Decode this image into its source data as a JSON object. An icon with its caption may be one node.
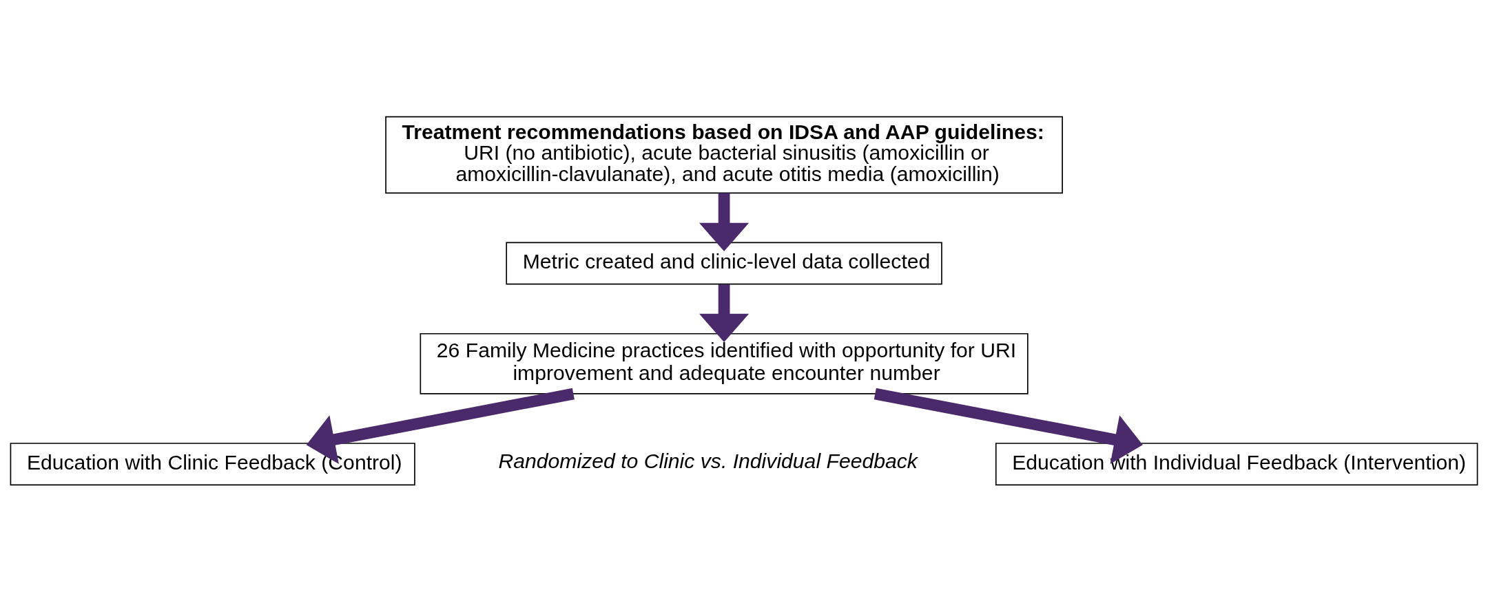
{
  "diagram": {
    "nodes": [
      {
        "text": [
          "Treatment recommendations based on IDSA and AAP guidelines:",
          "URI (no antibiotic), acute bacterial sinusitis (amoxicillin or amoxicillin-clavulanate), and acute otitis media (amoxicillin)"
        ]
      },
      {
        "text": [
          "Metric created and clinic-level data collected"
        ]
      },
      {
        "text": [
          "26 Family Medicine practices identified with opportunity for URI improvement and adequate encounter number"
        ]
      },
      {
        "text": [
          "Education with Clinic Feedback (Control)"
        ]
      },
      {
        "text": [
          "Education with Individual Feedback (Intervention)"
        ]
      }
    ],
    "edges": [
      {
        "from": 0,
        "to": 1,
        "arrow": "to"
      },
      {
        "from": 1,
        "to": 2,
        "arrow": "to"
      },
      {
        "from": 2,
        "to": 3,
        "arrow": "to"
      },
      {
        "from": 2,
        "to": 4,
        "arrow": "to"
      }
    ],
    "labels": [
      "Randomized to Clinic vs. Individual Feedback"
    ]
  }
}
